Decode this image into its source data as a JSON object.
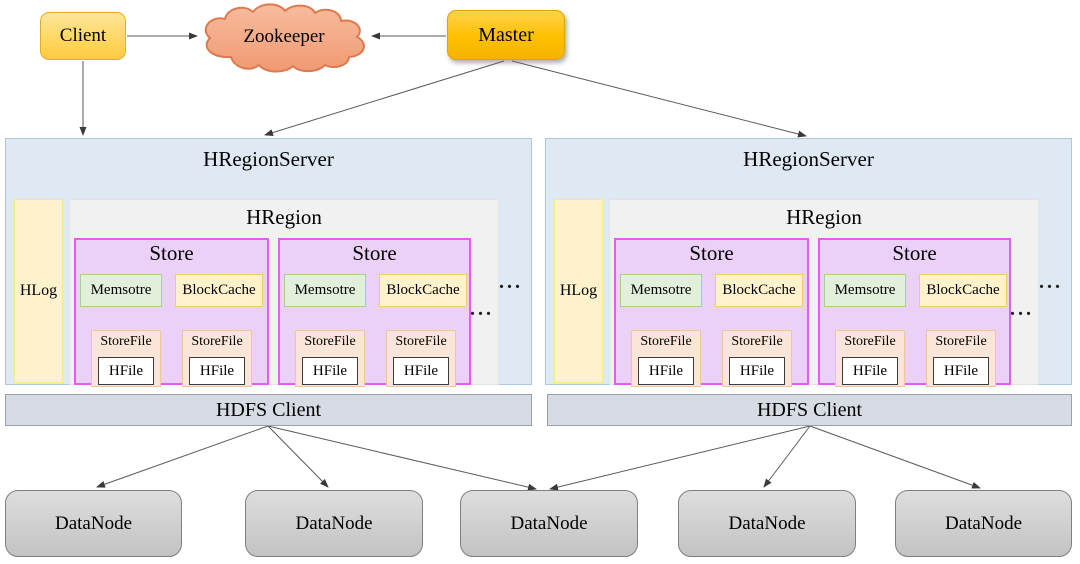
{
  "top_row": {
    "client_label": "Client",
    "zookeeper_label": "Zookeeper",
    "master_label": "Master"
  },
  "region_servers": [
    {
      "title": "HRegionServer",
      "hlog_label": "HLog",
      "hregion_title": "HRegion",
      "more_regions_ellipsis": "...",
      "more_stores_ellipsis": "...",
      "stores": [
        {
          "title": "Store",
          "memstore_label": "Memsotre",
          "blockcache_label": "BlockCache",
          "storefiles": [
            {
              "label": "StoreFile",
              "hfile_label": "HFile"
            },
            {
              "label": "StoreFile",
              "hfile_label": "HFile"
            }
          ]
        },
        {
          "title": "Store",
          "memstore_label": "Memsotre",
          "blockcache_label": "BlockCache",
          "storefiles": [
            {
              "label": "StoreFile",
              "hfile_label": "HFile"
            },
            {
              "label": "StoreFile",
              "hfile_label": "HFile"
            }
          ]
        }
      ]
    },
    {
      "title": "HRegionServer",
      "hlog_label": "HLog",
      "hregion_title": "HRegion",
      "more_regions_ellipsis": "...",
      "more_stores_ellipsis": "...",
      "stores": [
        {
          "title": "Store",
          "memstore_label": "Memsotre",
          "blockcache_label": "BlockCache",
          "storefiles": [
            {
              "label": "StoreFile",
              "hfile_label": "HFile"
            },
            {
              "label": "StoreFile",
              "hfile_label": "HFile"
            }
          ]
        },
        {
          "title": "Store",
          "memstore_label": "Memsotre",
          "blockcache_label": "BlockCache",
          "storefiles": [
            {
              "label": "StoreFile",
              "hfile_label": "HFile"
            },
            {
              "label": "StoreFile",
              "hfile_label": "HFile"
            }
          ]
        }
      ]
    }
  ],
  "hdfs_clients": [
    {
      "label": "HDFS Client"
    },
    {
      "label": "HDFS Client"
    }
  ],
  "datanodes": [
    {
      "label": "DataNode"
    },
    {
      "label": "DataNode"
    },
    {
      "label": "DataNode"
    },
    {
      "label": "DataNode"
    },
    {
      "label": "DataNode"
    }
  ],
  "colors": {
    "client_fill": "#FFD966",
    "master_fill": "#FFC000",
    "zookeeper_fill": "#F4A884",
    "zookeeper_border": "#DD7A50",
    "regionserver_fill": "#DEE9F4",
    "hlog_fill": "#FEF2CD",
    "hregion_fill": "#F1F1F1",
    "store_fill": "#EBD0F7",
    "store_border": "#E65CF2",
    "memstore_fill": "#E2EFDA",
    "blockcache_fill": "#FFF2CC",
    "storefile_fill": "#FBE5D8",
    "hfile_fill": "#FFFFFF",
    "hdfs_client_fill": "#D6DBE4",
    "datanode_fill": "#D2D2D2",
    "arrow_color": "#404040"
  }
}
